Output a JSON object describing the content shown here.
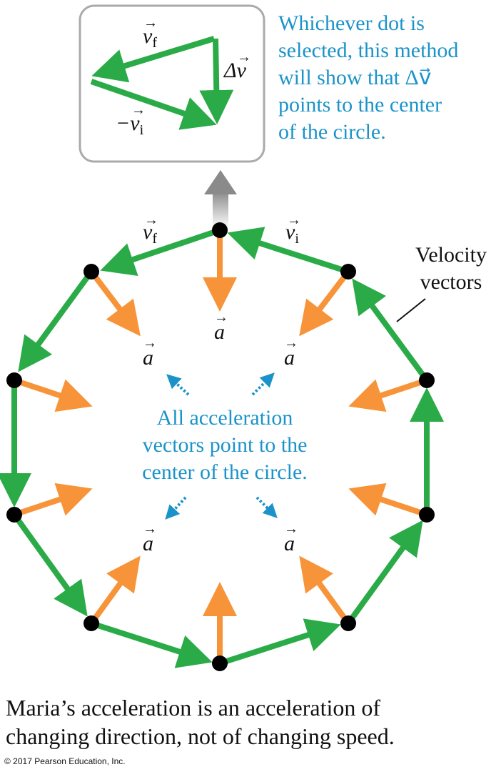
{
  "notes": {
    "top_lines": [
      "Whichever dot is",
      "selected, this method",
      "will show that Δv⃗",
      "points to the center",
      "of the circle."
    ],
    "center_lines": [
      "All acceleration",
      "vectors point to the",
      "center of the circle."
    ],
    "velocity_lines": [
      "Velocity",
      "vectors"
    ]
  },
  "caption_lines": [
    "Maria’s acceleration is an acceleration of",
    "changing direction, not of changing speed."
  ],
  "copyright": "© 2017 Pearson Education, Inc.",
  "labels": {
    "vf": "v",
    "vf_sub": "f",
    "vi": "v",
    "vi_sub": "i",
    "dv": "Δv",
    "neg_vi": "−v",
    "neg_vi_sub": "i",
    "a": "a"
  },
  "colors": {
    "velocity": "#2aab48",
    "acceleration": "#f7943a",
    "annotation": "#1b93c9",
    "dot": "#000000",
    "inset_border": "#aaaaaa"
  }
}
